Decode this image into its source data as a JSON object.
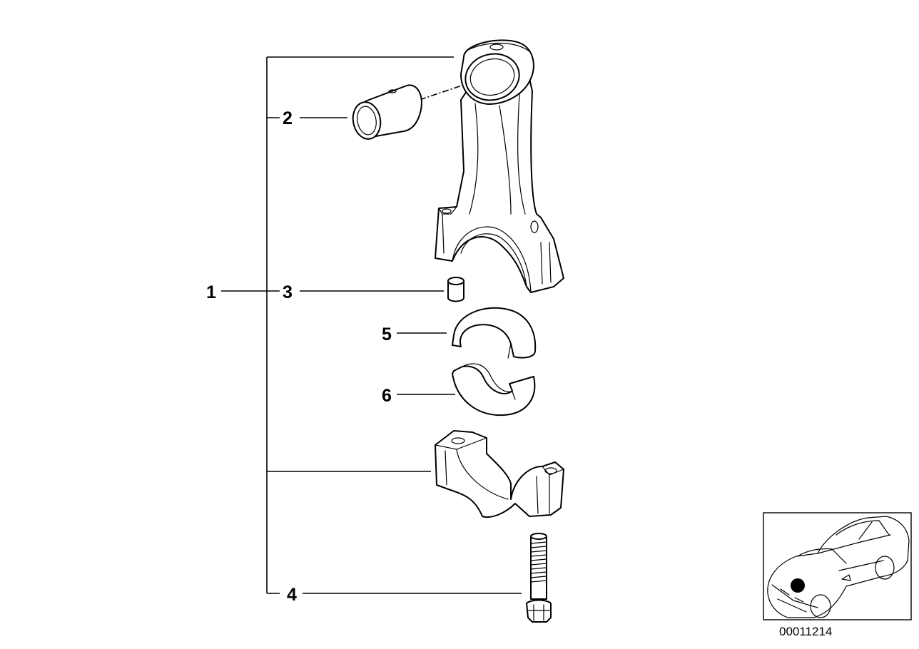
{
  "callouts": {
    "c1": "1",
    "c2": "2",
    "c3": "3",
    "c4": "4",
    "c5": "5",
    "c6": "6"
  },
  "diagram_number": "00011214",
  "icons": {
    "connecting_rod": "connecting-rod-icon",
    "small_end_bushing": "bushing-icon",
    "dowel_sleeve": "sleeve-icon",
    "bearing_shell_upper": "bearing-shell-icon",
    "bearing_shell_lower": "bearing-shell-icon",
    "rod_cap": "bearing-cap-icon",
    "bolt": "bolt-icon",
    "vehicle_locator": "car-icon"
  },
  "colors": {
    "line": "#000000",
    "background": "#ffffff"
  }
}
